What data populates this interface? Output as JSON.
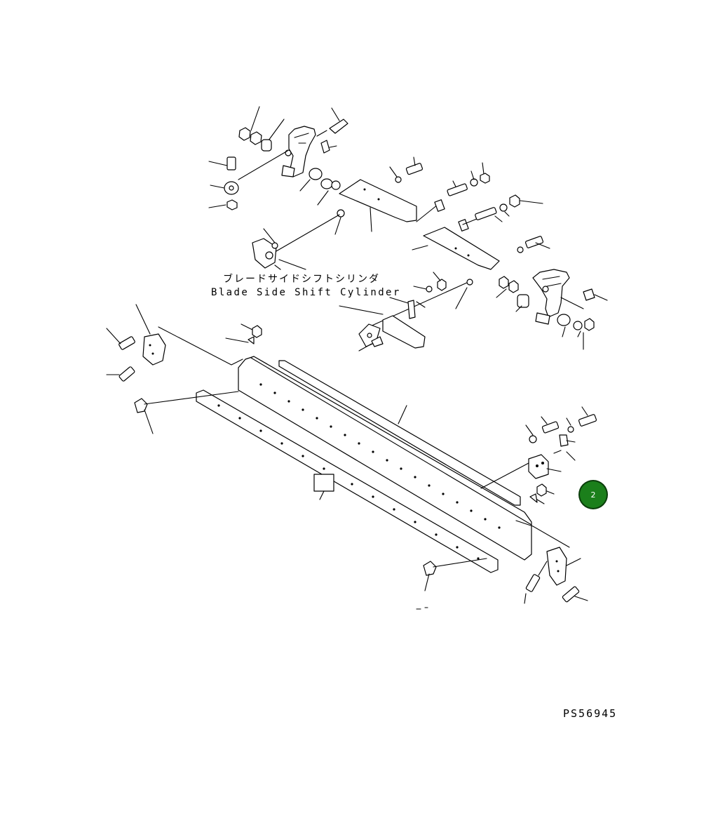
{
  "labels": {
    "cylinder_jp": "ブレードサイドシフトシリンダ",
    "cylinder_en": "Blade Side Shift Cylinder",
    "drawing_number": "PS56945"
  },
  "callout": {
    "value": "2",
    "color": "#1b7f1b"
  }
}
